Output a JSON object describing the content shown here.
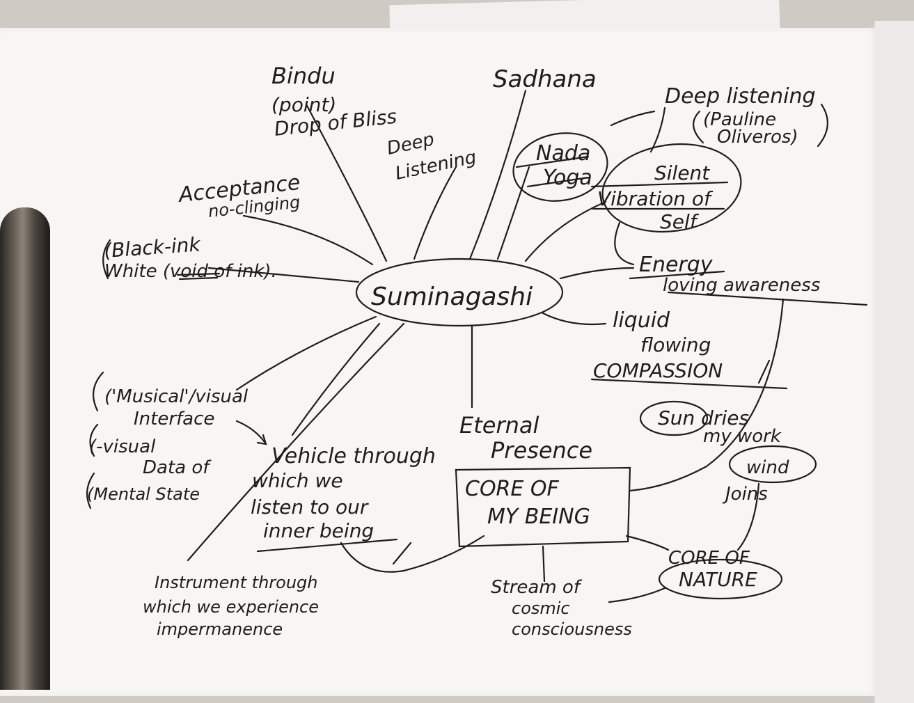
{
  "center": "Suminagashi",
  "nodes": {
    "bindu_1": "Bindu",
    "bindu_2": "(point)",
    "bindu_3": "Drop of Bliss",
    "sadhana": "Sadhana",
    "deep_listening_small_1": "Deep",
    "deep_listening_small_2": "Listening",
    "deep_listening_big": "Deep listening",
    "pauline_1": "(Pauline",
    "pauline_2": "Oliveros)",
    "nada_1": "Nada",
    "nada_2": "Yoga",
    "silent_1": "Silent",
    "silent_2": "Vibration of",
    "silent_3": "Self",
    "acceptance_1": "Acceptance",
    "acceptance_2": "no-clinging",
    "black_ink_1": "(Black-ink",
    "black_ink_2": "White (void of ink).",
    "energy_1": "Energy",
    "energy_2": "loving awareness",
    "liquid_1": "liquid",
    "liquid_2": "flowing",
    "liquid_3": "COMPASSION",
    "musical_1": "('Musical'/visual",
    "musical_2": "Interface",
    "visual_1": "(-visual",
    "visual_2": "Data of",
    "visual_3": "(Mental State",
    "vehicle_1": "Vehicle through",
    "vehicle_2": "which we",
    "vehicle_3": "listen to our",
    "vehicle_4": "inner being",
    "eternal_1": "Eternal",
    "eternal_2": "Presence",
    "core_being_1": "CORE OF",
    "core_being_2": "MY BEING",
    "sun_1": "Sun dries",
    "sun_2": "my work",
    "wind_1": "wind",
    "wind_2": "Joins",
    "core_nature_1": "CORE OF",
    "core_nature_2": "NATURE",
    "stream_1": "Stream of",
    "stream_2": "cosmic",
    "stream_3": "consciousness",
    "instrument_1": "Instrument through",
    "instrument_2": "which we experience",
    "instrument_3": "impermanence"
  },
  "colors": {
    "ink": "#1e1c1d",
    "paper": "#f7f6f4",
    "background": "#cfcac4"
  }
}
